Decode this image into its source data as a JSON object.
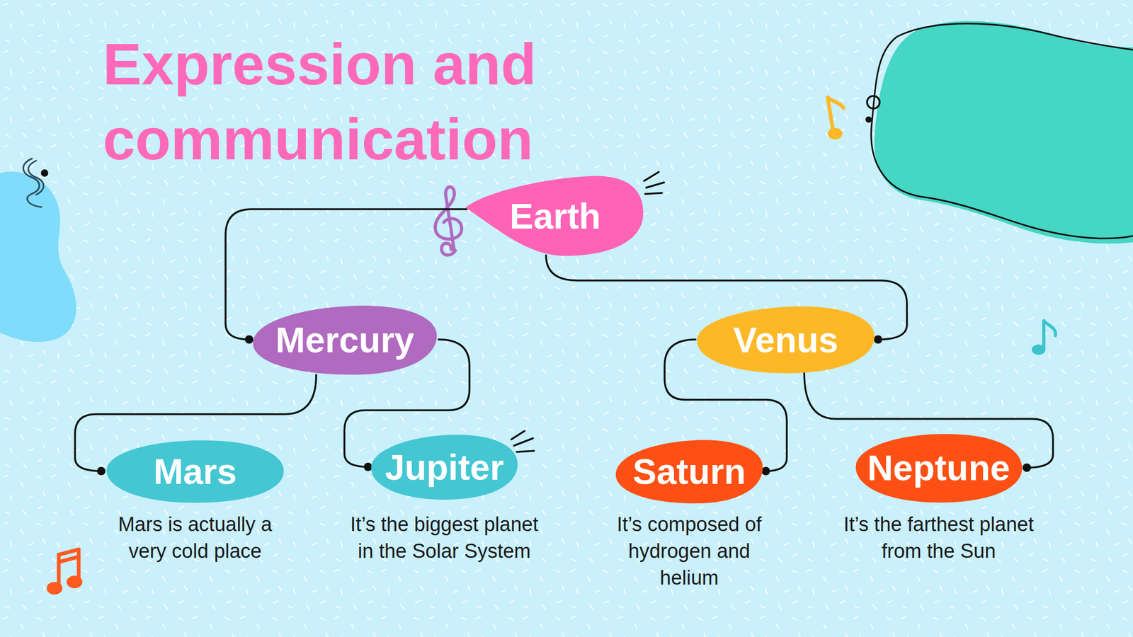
{
  "diagram": {
    "title": "Expression and communication",
    "nodes": [
      {
        "text": [
          "Earth"
        ]
      },
      {
        "text": [
          "Mercury"
        ]
      },
      {
        "text": [
          "Venus"
        ]
      },
      {
        "text": [
          "Mars",
          "Mars is actually a very cold place"
        ]
      },
      {
        "text": [
          "Jupiter",
          "It’s the biggest planet in the Solar System"
        ]
      },
      {
        "text": [
          "Saturn",
          "It’s composed of hydrogen and helium"
        ]
      },
      {
        "text": [
          "Neptune",
          "It’s the farthest planet from the Sun"
        ]
      }
    ],
    "edges": [
      {
        "from": 0,
        "to": 1,
        "arrow": "none"
      },
      {
        "from": 0,
        "to": 2,
        "arrow": "none"
      },
      {
        "from": 1,
        "to": 3,
        "arrow": "none"
      },
      {
        "from": 1,
        "to": 4,
        "arrow": "none"
      },
      {
        "from": 2,
        "to": 5,
        "arrow": "none"
      },
      {
        "from": 2,
        "to": 6,
        "arrow": "none"
      }
    ]
  }
}
